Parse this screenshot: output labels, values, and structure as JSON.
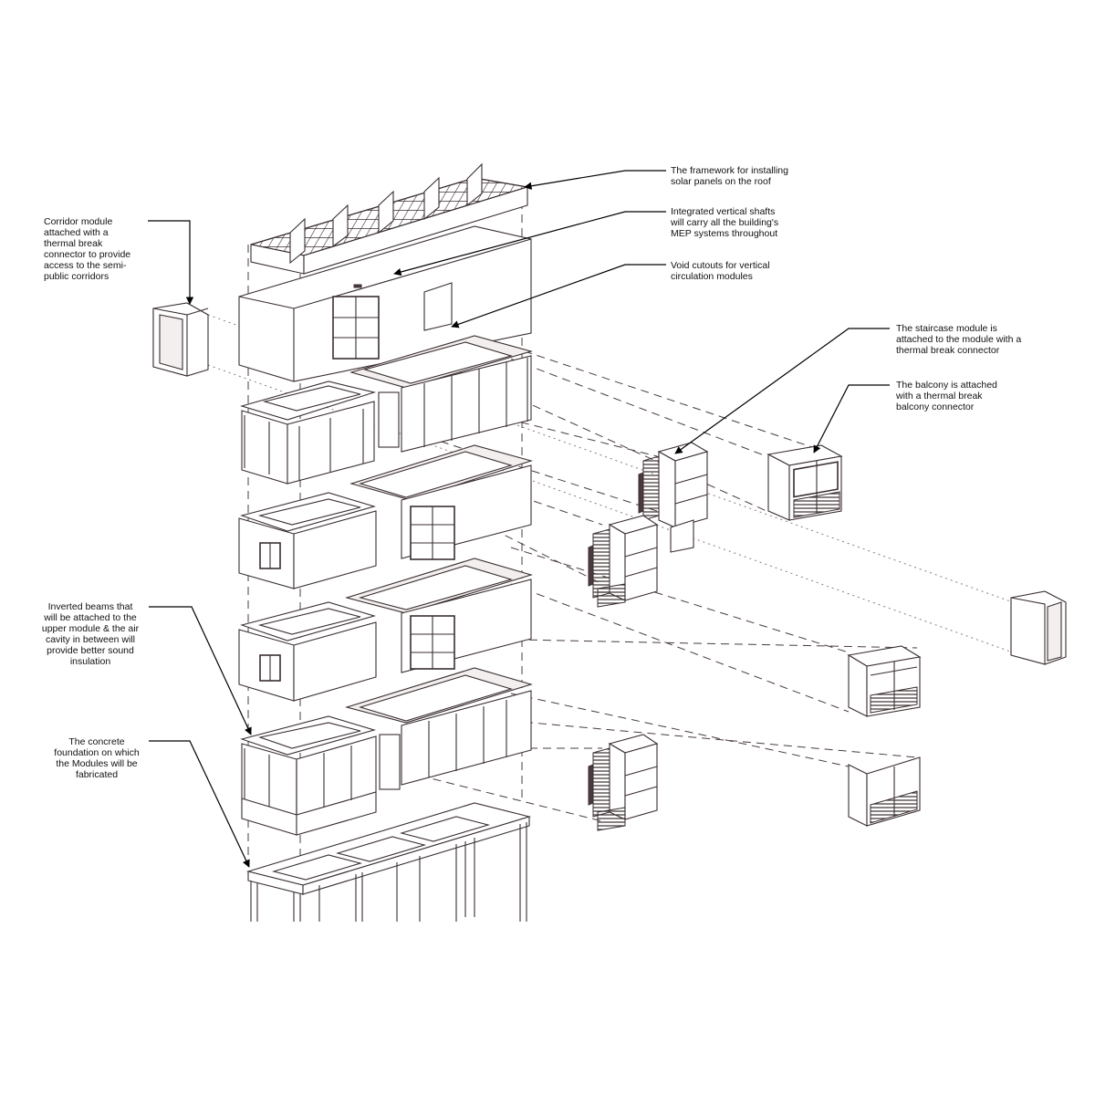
{
  "annotations": {
    "solar": "The framework for installing\nsolar panels on the roof",
    "shafts": "Integrated vertical shafts\nwill carry all the building's\nMEP systems throughout",
    "voids": "Void cutouts for vertical\ncirculation modules",
    "corridor": "Corridor module\nattached with a\nthermal  break\nconnector to provide\naccess to the semi-\npublic corridors",
    "staircase": "The staircase module is\nattached to the module with a\nthermal break connector",
    "balcony": "The balcony is attached\nwith a thermal break\nbalcony connector",
    "beams": "Inverted beams that\nwill be attached to the\nupper module & the air\ncavity in between will\nprovide better sound\ninsulation",
    "foundation": "The concrete\nfoundation on which\nthe Modules will be\nfabricated"
  },
  "colors": {
    "line": "#3a2e30",
    "dark_fill": "#4b3a3d",
    "leader": "#000000",
    "background": "#ffffff"
  }
}
